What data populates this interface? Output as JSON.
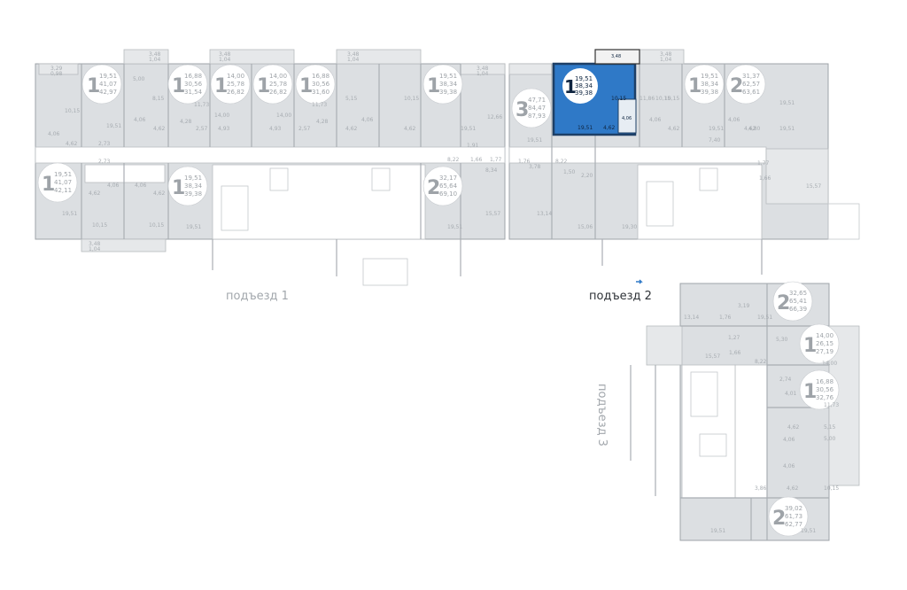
{
  "entrances": {
    "e1": "подъезд 1",
    "e2": "подъезд 2",
    "e3": "подъезд 3"
  },
  "colors": {
    "selected": "#2f79c7",
    "selected_border": "#1d3f66",
    "building": "#dcdfe2"
  },
  "selected": {
    "rooms": "1",
    "living": "19,51",
    "total": "38,34",
    "total_b": "39,38",
    "r1": "19,51",
    "r2": "4,62",
    "r3": "10,15",
    "r4": "4,06",
    "r5": "3,48"
  },
  "apartments": [
    {
      "id": "a1",
      "rooms": "1",
      "l": "19,51",
      "t": "41,07",
      "b": "42,97"
    },
    {
      "id": "a2",
      "rooms": "1",
      "l": "16,88",
      "t": "30,56",
      "b": "31,54"
    },
    {
      "id": "a3",
      "rooms": "1",
      "l": "14,00",
      "t": "25,78",
      "b": "26,82"
    },
    {
      "id": "a4",
      "rooms": "1",
      "l": "14,00",
      "t": "25,78",
      "b": "26,82"
    },
    {
      "id": "a5",
      "rooms": "1",
      "l": "16,88",
      "t": "30,56",
      "b": "31,60"
    },
    {
      "id": "a6",
      "rooms": "1",
      "l": "19,51",
      "t": "38,34",
      "b": "39,38"
    },
    {
      "id": "a7",
      "rooms": "3",
      "l": "47,71",
      "t": "84,47",
      "b": "87,93"
    },
    {
      "id": "a8",
      "rooms": "1",
      "l": "19,51",
      "t": "38,34",
      "b": "39,38"
    },
    {
      "id": "a9",
      "rooms": "2",
      "l": "31,37",
      "t": "62,57",
      "b": "63,61"
    },
    {
      "id": "a10",
      "rooms": "1",
      "l": "19,51",
      "t": "41,07",
      "b": "42,11"
    },
    {
      "id": "a11",
      "rooms": "1",
      "l": "19,51",
      "t": "38,34",
      "b": "39,38"
    },
    {
      "id": "a12",
      "rooms": "2",
      "l": "32,17",
      "t": "65,64",
      "b": "69,10"
    },
    {
      "id": "a13",
      "rooms": "2",
      "l": "32,65",
      "t": "65,41",
      "b": "66,39"
    },
    {
      "id": "a14",
      "rooms": "1",
      "l": "14,00",
      "t": "26,15",
      "b": "27,19"
    },
    {
      "id": "a15",
      "rooms": "1",
      "l": "16,88",
      "t": "30,56",
      "b": "32,76"
    },
    {
      "id": "a16",
      "rooms": "2",
      "l": "39,02",
      "t": "61,73",
      "b": "62,77"
    }
  ],
  "room_labels": [
    "10,15",
    "4,06",
    "4,62",
    "2,73",
    "19,51",
    "5,00",
    "8,15",
    "4,06",
    "4,62",
    "4,28",
    "2,57",
    "11,73",
    "14,00",
    "4,93",
    "14,00",
    "4,93",
    "2,57",
    "4,28",
    "11,73",
    "5,15",
    "4,06",
    "4,62",
    "4,62",
    "10,15",
    "19,51",
    "12,66",
    "1,91",
    "19,51",
    "8,22",
    "1,66",
    "1,77",
    "3,78",
    "1,76",
    "8,22",
    "1,50",
    "2,20",
    "10,15",
    "4,06",
    "4,62",
    "19,51",
    "10,15",
    "4,06",
    "4,62",
    "19,51",
    "11,86",
    "7,40",
    "4,80",
    "19,51",
    "1,77",
    "1,66",
    "15,57",
    "2,73",
    "4,62",
    "4,06",
    "4,06",
    "4,62",
    "10,15",
    "19,51",
    "10,15",
    "19,51",
    "8,34",
    "15,57",
    "19,51",
    "13,14",
    "15,06",
    "19,30",
    "13,14",
    "1,76",
    "19,51",
    "3,19",
    "1,27",
    "5,30",
    "15,57",
    "1,66",
    "8,22",
    "14,00",
    "2,74",
    "4,01",
    "11,73",
    "4,62",
    "5,15",
    "5,00",
    "4,06",
    "10,15",
    "3,86",
    "4,62",
    "19,51",
    "19,51",
    "4,06"
  ],
  "balconies": [
    "3,29",
    "0,98",
    "3,48",
    "1,04",
    "3,48",
    "1,04",
    "3,48",
    "1,04",
    "3,48",
    "1,04",
    "3,48",
    "1,04",
    "3,48",
    "1,04"
  ]
}
